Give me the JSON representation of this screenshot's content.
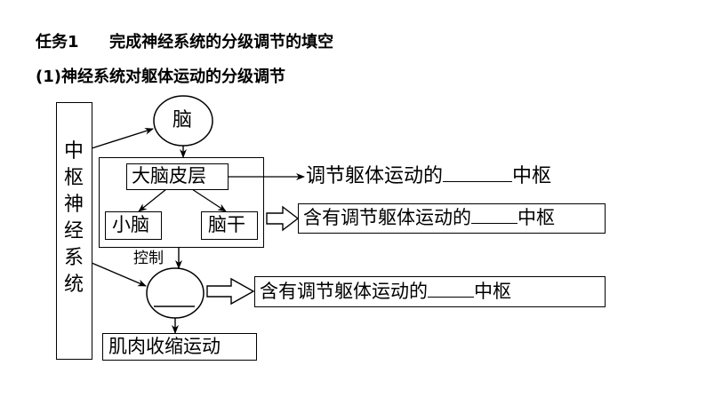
{
  "task_title": {
    "label": "任务1",
    "text": "完成神经系统的分级调节的填空"
  },
  "subtitle": "(1)神经系统对躯体运动的分级调节",
  "diagram": {
    "central_nervous_system": [
      "中",
      "枢",
      "神",
      "经",
      "系",
      "统"
    ],
    "brain": "脑",
    "cerebral_cortex": "大脑皮层",
    "cerebellum": "小脑",
    "brainstem": "脑干",
    "control_label": "控制",
    "spinal_blank": "",
    "muscle_movement": "肌肉收缩运动",
    "outcome_1": {
      "prefix": "调节躯体运动的",
      "blank": "",
      "suffix": "中枢"
    },
    "outcome_2": {
      "prefix": "含有调节躯体运动的",
      "blank": "",
      "suffix": "中枢"
    },
    "outcome_3": {
      "prefix": "含有调节躯体运动的",
      "blank": "",
      "suffix": "中枢"
    }
  }
}
